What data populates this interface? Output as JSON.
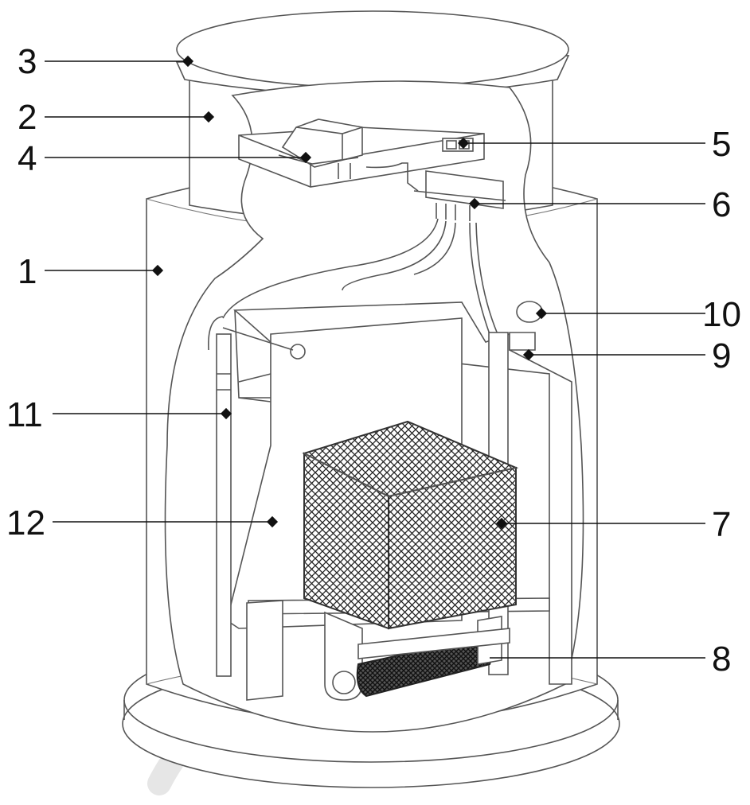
{
  "diagram": {
    "callouts": [
      {
        "id": "c1",
        "label": "1"
      },
      {
        "id": "c2",
        "label": "2"
      },
      {
        "id": "c3",
        "label": "3"
      },
      {
        "id": "c4",
        "label": "4"
      },
      {
        "id": "c5",
        "label": "5"
      },
      {
        "id": "c6",
        "label": "6"
      },
      {
        "id": "c7",
        "label": "7"
      },
      {
        "id": "c8",
        "label": "8"
      },
      {
        "id": "c9",
        "label": "9"
      },
      {
        "id": "c10",
        "label": "10"
      },
      {
        "id": "c11",
        "label": "11"
      },
      {
        "id": "c12",
        "label": "12"
      }
    ]
  },
  "colors": {
    "line": "#111111",
    "drawing": "#555555",
    "watermark": "#e6e6e6"
  }
}
